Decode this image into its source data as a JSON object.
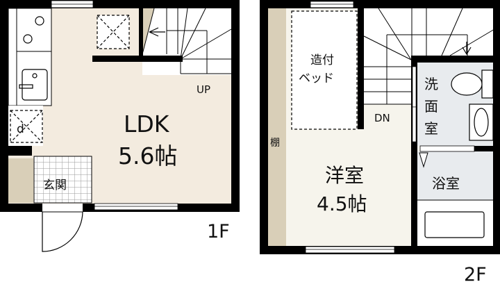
{
  "floors": [
    {
      "id": "1F",
      "label": "1F",
      "rooms": [
        {
          "id": "ldk",
          "name": "LDK",
          "size": "5.6帖"
        },
        {
          "id": "entrance",
          "name": "玄関"
        }
      ],
      "annotations": {
        "stairs_up": "UP",
        "fridge_mark": "d"
      }
    },
    {
      "id": "2F",
      "label": "2F",
      "rooms": [
        {
          "id": "western",
          "name": "洋室",
          "size": "4.5帖"
        },
        {
          "id": "built_in_bed_line1",
          "name": "造付"
        },
        {
          "id": "built_in_bed_line2",
          "name": "ベッド"
        },
        {
          "id": "shelf",
          "name": "棚"
        },
        {
          "id": "washroom",
          "name": "洗面室"
        },
        {
          "id": "bathroom",
          "name": "浴室"
        }
      ],
      "annotations": {
        "stairs_down": "DN"
      }
    }
  ],
  "colors": {
    "wall": "#000000",
    "ldk_floor": "#f3ebdf",
    "western_floor": "#f6f4ec",
    "storage": "#d9cfb8",
    "wet_area": "#e8ebee",
    "white": "#ffffff",
    "tile_grid": "#9a9a9a"
  }
}
